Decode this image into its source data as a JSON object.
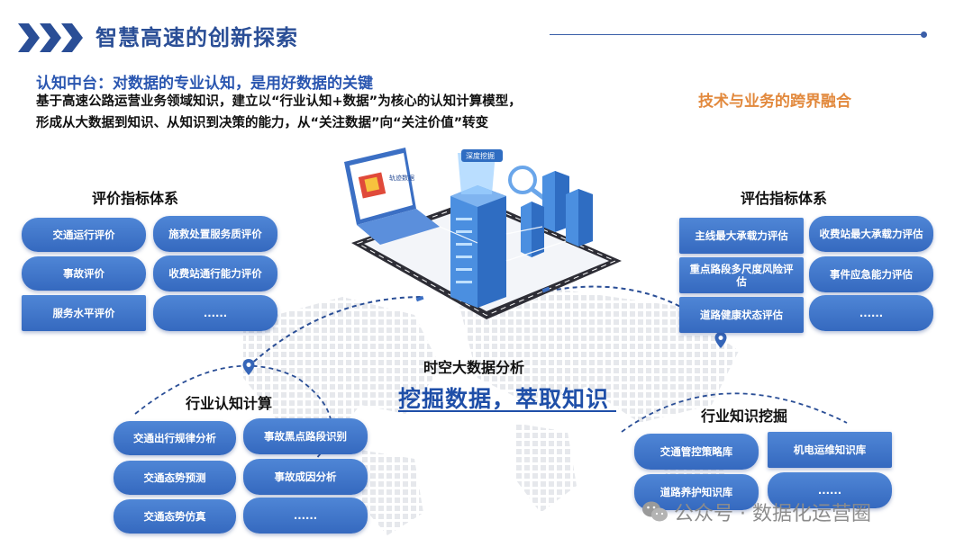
{
  "header": {
    "title": "智慧高速的创新探索"
  },
  "intro": {
    "subtitle": "认知中台：对数据的专业认知，是用好数据的关键",
    "line1": "基于高速公路运营业务领域知识，建立以“行业认知+数据”为核心的认知计算模型，",
    "line2": "形成从大数据到知识、从知识到决策的能力，从“关注数据”向“关注价值”转变"
  },
  "cross_domain": "技术与业务的跨界融合",
  "illustration": {
    "laptop_label": "轨迹数据",
    "server_label": "深度挖掘"
  },
  "center": {
    "label": "时空大数据分析",
    "tagline": "挖掘数据，萃取知识"
  },
  "evaluation_index": {
    "title": "评价指标体系",
    "items": [
      "交通运行评价",
      "施救处置服务质评价",
      "事故评价",
      "收费站通行能力评价",
      "服务水平评价",
      "......"
    ]
  },
  "assessment_index": {
    "title": "评估指标体系",
    "items": [
      "主线最大承载力评估",
      "收费站最大承载力评估",
      "重点路段多尺度风险评估",
      "事件应急能力评估",
      "道路健康状态评估",
      "......"
    ]
  },
  "industry_cognition": {
    "title": "行业认知计算",
    "items": [
      "交通出行规律分析",
      "事故黑点路段识别",
      "交通态势预测",
      "事故成因分析",
      "交通态势仿真",
      "......"
    ]
  },
  "industry_knowledge": {
    "title": "行业知识挖掘",
    "items": [
      "交通管控策略库",
      "机电运维知识库",
      "道路养护知识库",
      "......"
    ]
  },
  "watermark": {
    "text": "公众号 · 数据化运营圈"
  },
  "colors": {
    "title": "#2a4e96",
    "pill": "#3d72c8",
    "accent_orange": "#e2893d",
    "tagline": "#1f4fa8"
  }
}
